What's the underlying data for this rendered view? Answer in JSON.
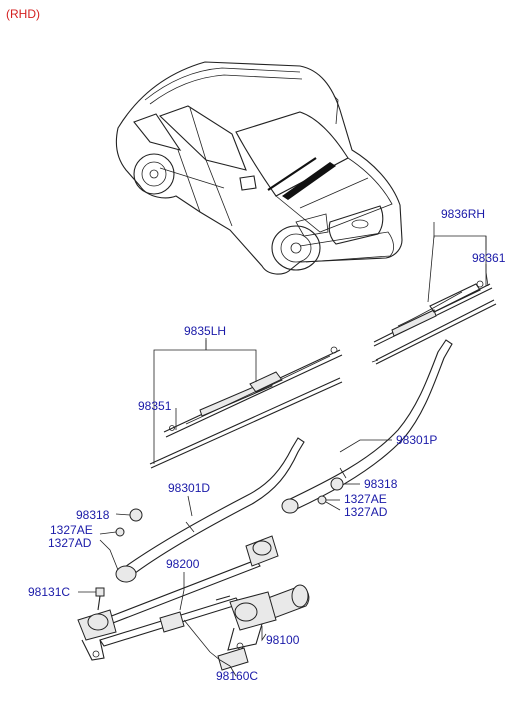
{
  "variant_tag": "(RHD)",
  "labels": {
    "p9836rh": "9836RH",
    "p98361": "98361",
    "p9835lh": "9835LH",
    "p98351": "98351",
    "p98301p": "98301P",
    "p98301d": "98301D",
    "p98318_left": "98318",
    "p1327ae_left": "1327AE",
    "p1327ad_left": "1327AD",
    "p98318_right": "98318",
    "p1327ae_right": "1327AE",
    "p1327ad_right": "1327AD",
    "p98200": "98200",
    "p98131c": "98131C",
    "p98100": "98100",
    "p98160c": "98160C"
  },
  "colors": {
    "label": "#1a1aa8",
    "variant_tag": "#d42020",
    "line": "#222222"
  }
}
